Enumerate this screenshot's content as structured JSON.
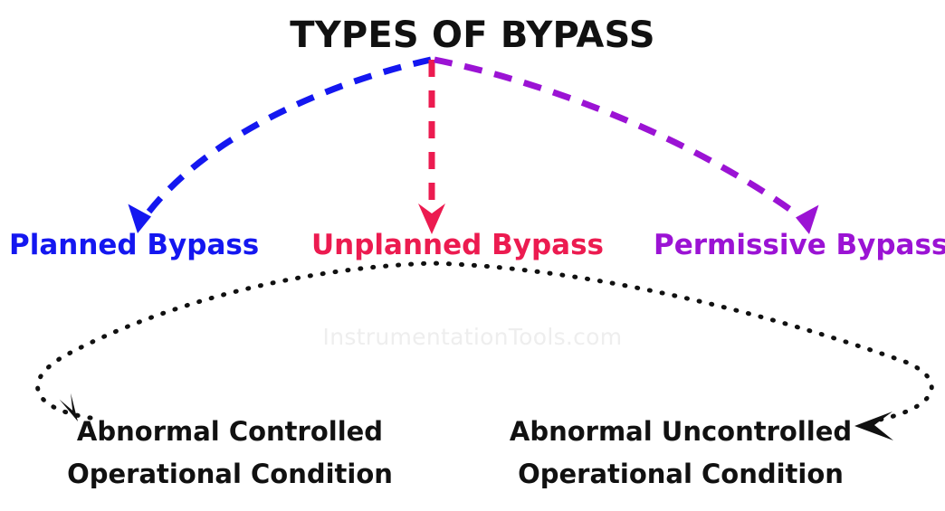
{
  "diagram": {
    "title": "TYPES OF BYPASS",
    "watermark": "InstrumentationTools.com",
    "background_color": "#ffffff",
    "title_color": "#111111",
    "branches": [
      {
        "id": "planned",
        "label": "Planned Bypass",
        "color": "#1417f0",
        "color_name": "blue",
        "arrow_style": "dashed-curved",
        "arrow_from": "title-apex",
        "arrow_direction": "down-left"
      },
      {
        "id": "unplanned",
        "label": "Unplanned Bypass",
        "color": "#ec1b50",
        "color_name": "crimson",
        "arrow_style": "dashed-straight",
        "arrow_from": "title-apex",
        "arrow_direction": "down"
      },
      {
        "id": "permissive",
        "label": "Permissive Bypass",
        "color": "#9b13d4",
        "color_name": "purple",
        "arrow_style": "dashed-curved",
        "arrow_from": "title-apex",
        "arrow_direction": "down-right"
      }
    ],
    "sub_branch": {
      "source": "Unplanned Bypass",
      "color": "#111111",
      "color_name": "black",
      "arrow_style": "dotted-curved-double-ended",
      "outcomes": [
        {
          "id": "abnormal-controlled",
          "line1": "Abnormal Controlled",
          "line2": "Operational Condition"
        },
        {
          "id": "abnormal-uncontrolled",
          "line1": "Abnormal Uncontrolled",
          "line2": "Operational Condition"
        }
      ]
    }
  }
}
